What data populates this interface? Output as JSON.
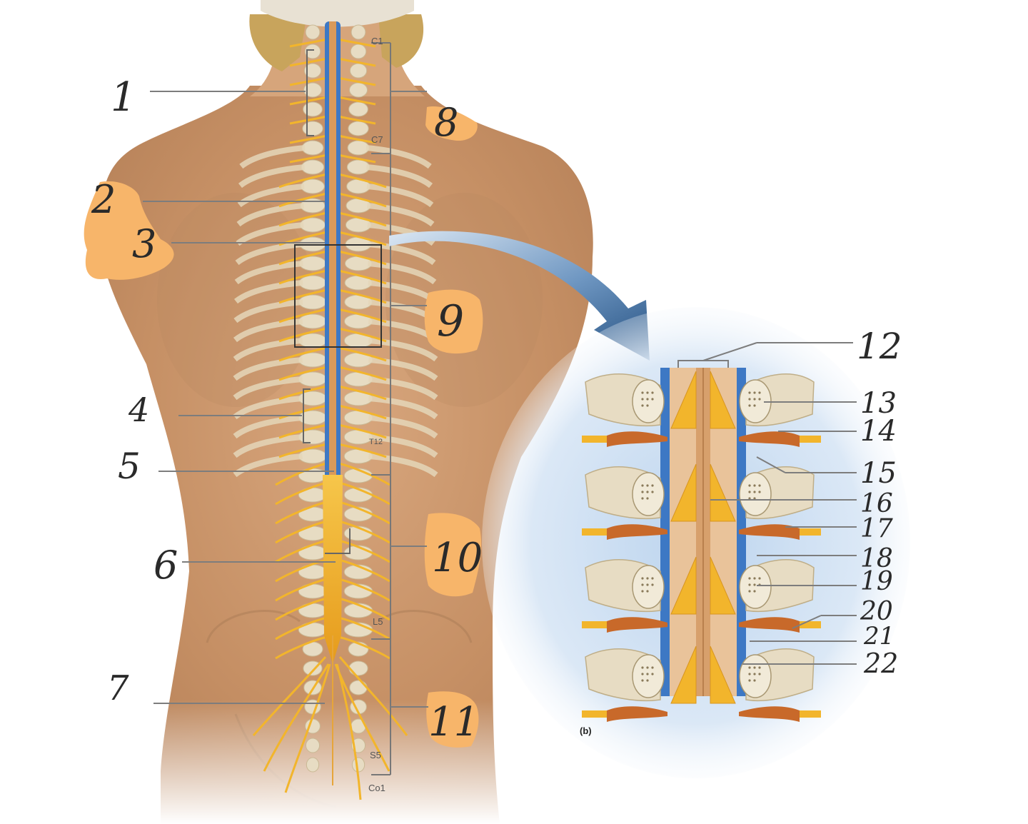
{
  "vertebra_labels": {
    "c1": "C1",
    "c7": "C7",
    "t12": "T12",
    "l5": "L5",
    "s5": "S5",
    "co1": "Co1"
  },
  "panel_letter": "(b)",
  "callouts": {
    "n1": "1",
    "n2": "2",
    "n3": "3",
    "n4": "4",
    "n5": "5",
    "n6": "6",
    "n7": "7",
    "n8": "8",
    "n9": "9",
    "n10": "10",
    "n11": "11",
    "n12": "12",
    "n13": "13",
    "n14": "14",
    "n15": "15",
    "n16": "16",
    "n17": "17",
    "n18": "18",
    "n19": "19",
    "n20": "20",
    "n21": "21",
    "n22": "22"
  },
  "colors": {
    "skin": "#c99a72",
    "skin_light": "#e3c0a0",
    "nerve": "#f2b52c",
    "dura_blue": "#3d78c4",
    "bone": "#e7dcc3",
    "arrow_blue": "#2f5f92",
    "highlight_orange": "#f7b56a",
    "leader_gray": "#7d7d7d"
  }
}
